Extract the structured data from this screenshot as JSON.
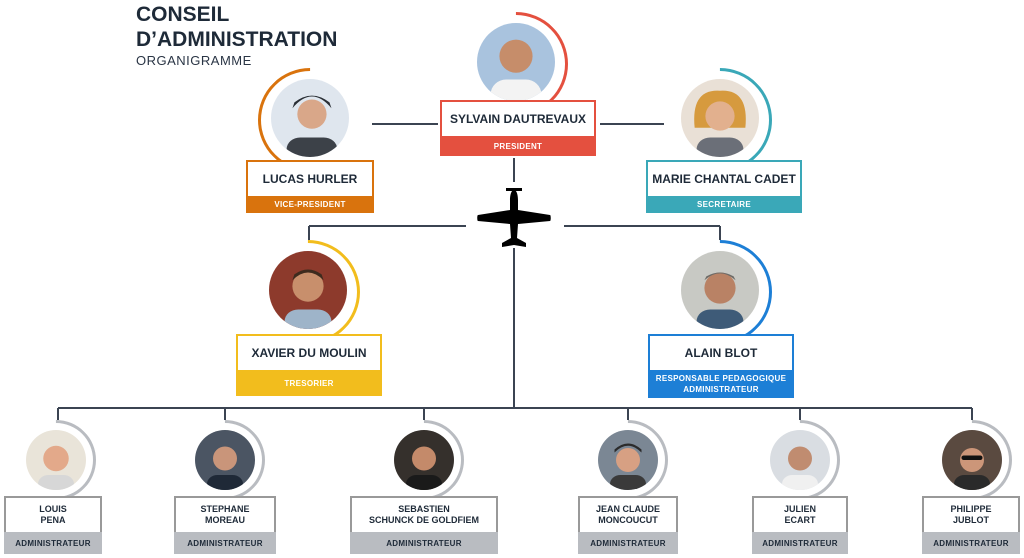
{
  "header": {
    "title_line1": "CONSEIL",
    "title_line2": "D’ADMINISTRATION",
    "subtitle": "ORGANIGRAMME"
  },
  "colors": {
    "president": "#e4503f",
    "vice": "#d9730d",
    "secretary": "#3aa8b8",
    "treasurer": "#f2bd1d",
    "pedagogy": "#1d7fd6",
    "admin": "#b9bcc1",
    "line": "#3b4452"
  },
  "plane_icon": "airplane-icon",
  "members": {
    "president": {
      "name": "SYLVAIN DAUTREVAUX",
      "role": "PRESIDENT"
    },
    "vice": {
      "name": "LUCAS HURLER",
      "role": "VICE-PRESIDENT"
    },
    "secretary": {
      "name": "MARIE CHANTAL CADET",
      "role": "SECRETAIRE"
    },
    "treasurer": {
      "name": "XAVIER DU MOULIN",
      "role": "TRESORIER"
    },
    "pedagogy": {
      "name": "ALAIN BLOT",
      "role_line1": "RESPONSABLE PEDAGOGIQUE",
      "role_line2": "ADMINISTRATEUR"
    }
  },
  "admins": [
    {
      "name_line1": "LOUIS",
      "name_line2": "PENA",
      "role": "ADMINISTRATEUR"
    },
    {
      "name_line1": "STEPHANE",
      "name_line2": "MOREAU",
      "role": "ADMINISTRATEUR"
    },
    {
      "name_line1": "SEBASTIEN",
      "name_line2": "SCHUNCK DE GOLDFIEM",
      "role": "ADMINISTRATEUR"
    },
    {
      "name_line1": "JEAN CLAUDE",
      "name_line2": "MONCOUCUT",
      "role": "ADMINISTRATEUR"
    },
    {
      "name_line1": "JULIEN",
      "name_line2": "ECART",
      "role": "ADMINISTRATEUR"
    },
    {
      "name_line1": "PHILIPPE",
      "name_line2": "JUBLOT",
      "role": "ADMINISTRATEUR"
    }
  ]
}
